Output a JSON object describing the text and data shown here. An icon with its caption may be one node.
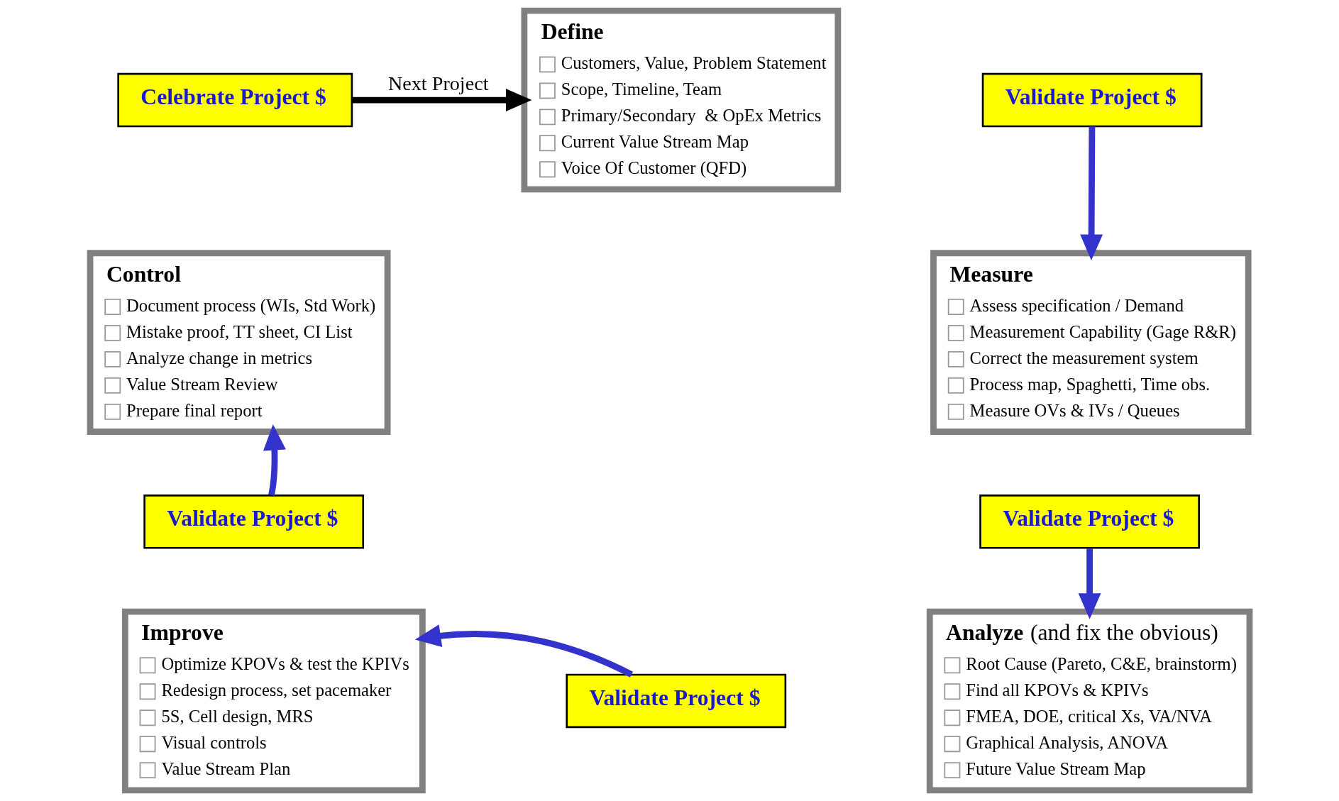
{
  "diagram": {
    "nodes": [
      {
        "text": [
          "Celebrate Project $"
        ]
      },
      {
        "text": [
          "Define",
          "Customers, Value, Problem Statement",
          "Scope, Timeline, Team",
          "Primary/Secondary  & OpEx Metrics",
          "Current Value Stream Map",
          "Voice Of Customer (QFD)"
        ]
      },
      {
        "text": [
          "Validate Project $"
        ]
      },
      {
        "text": [
          "Control",
          "Document process (WIs, Std Work)",
          "Mistake proof, TT sheet, CI List",
          "Analyze change in metrics",
          "Value Stream Review",
          "Prepare final report"
        ]
      },
      {
        "text": [
          "Measure",
          "Assess specification / Demand",
          "Measurement Capability (Gage R&R)",
          "Correct the measurement system",
          "Process map, Spaghetti, Time obs.",
          "Measure OVs & IVs / Queues"
        ]
      },
      {
        "text": [
          "Validate Project $"
        ]
      },
      {
        "text": [
          "Validate Project $"
        ]
      },
      {
        "text": [
          "Improve",
          "Optimize KPOVs & test the KPIVs",
          "Redesign process, set pacemaker",
          "5S, Cell design, MRS",
          "Visual controls",
          "Value Stream Plan"
        ]
      },
      {
        "text": [
          "Validate Project $"
        ]
      },
      {
        "text": [
          "**Analyze** (and fix the obvious)",
          "Root Cause (Pareto, C&E, brainstorm)",
          "Find all KPOVs & KPIVs",
          "FMEA, DOE, critical Xs, VA/NVA",
          "Graphical Analysis, ANOVA",
          "Future Value Stream Map"
        ]
      }
    ],
    "edges": [
      {
        "from": 0,
        "to": 1,
        "arrow": "to",
        "label": "Next Project",
        "color": "#000000"
      },
      {
        "from": 2,
        "to": 4,
        "arrow": "to"
      },
      {
        "from": 5,
        "to": 9,
        "arrow": "to"
      },
      {
        "from": 8,
        "to": 7,
        "arrow": "to"
      },
      {
        "from": 6,
        "to": 3,
        "arrow": "to"
      }
    ]
  }
}
